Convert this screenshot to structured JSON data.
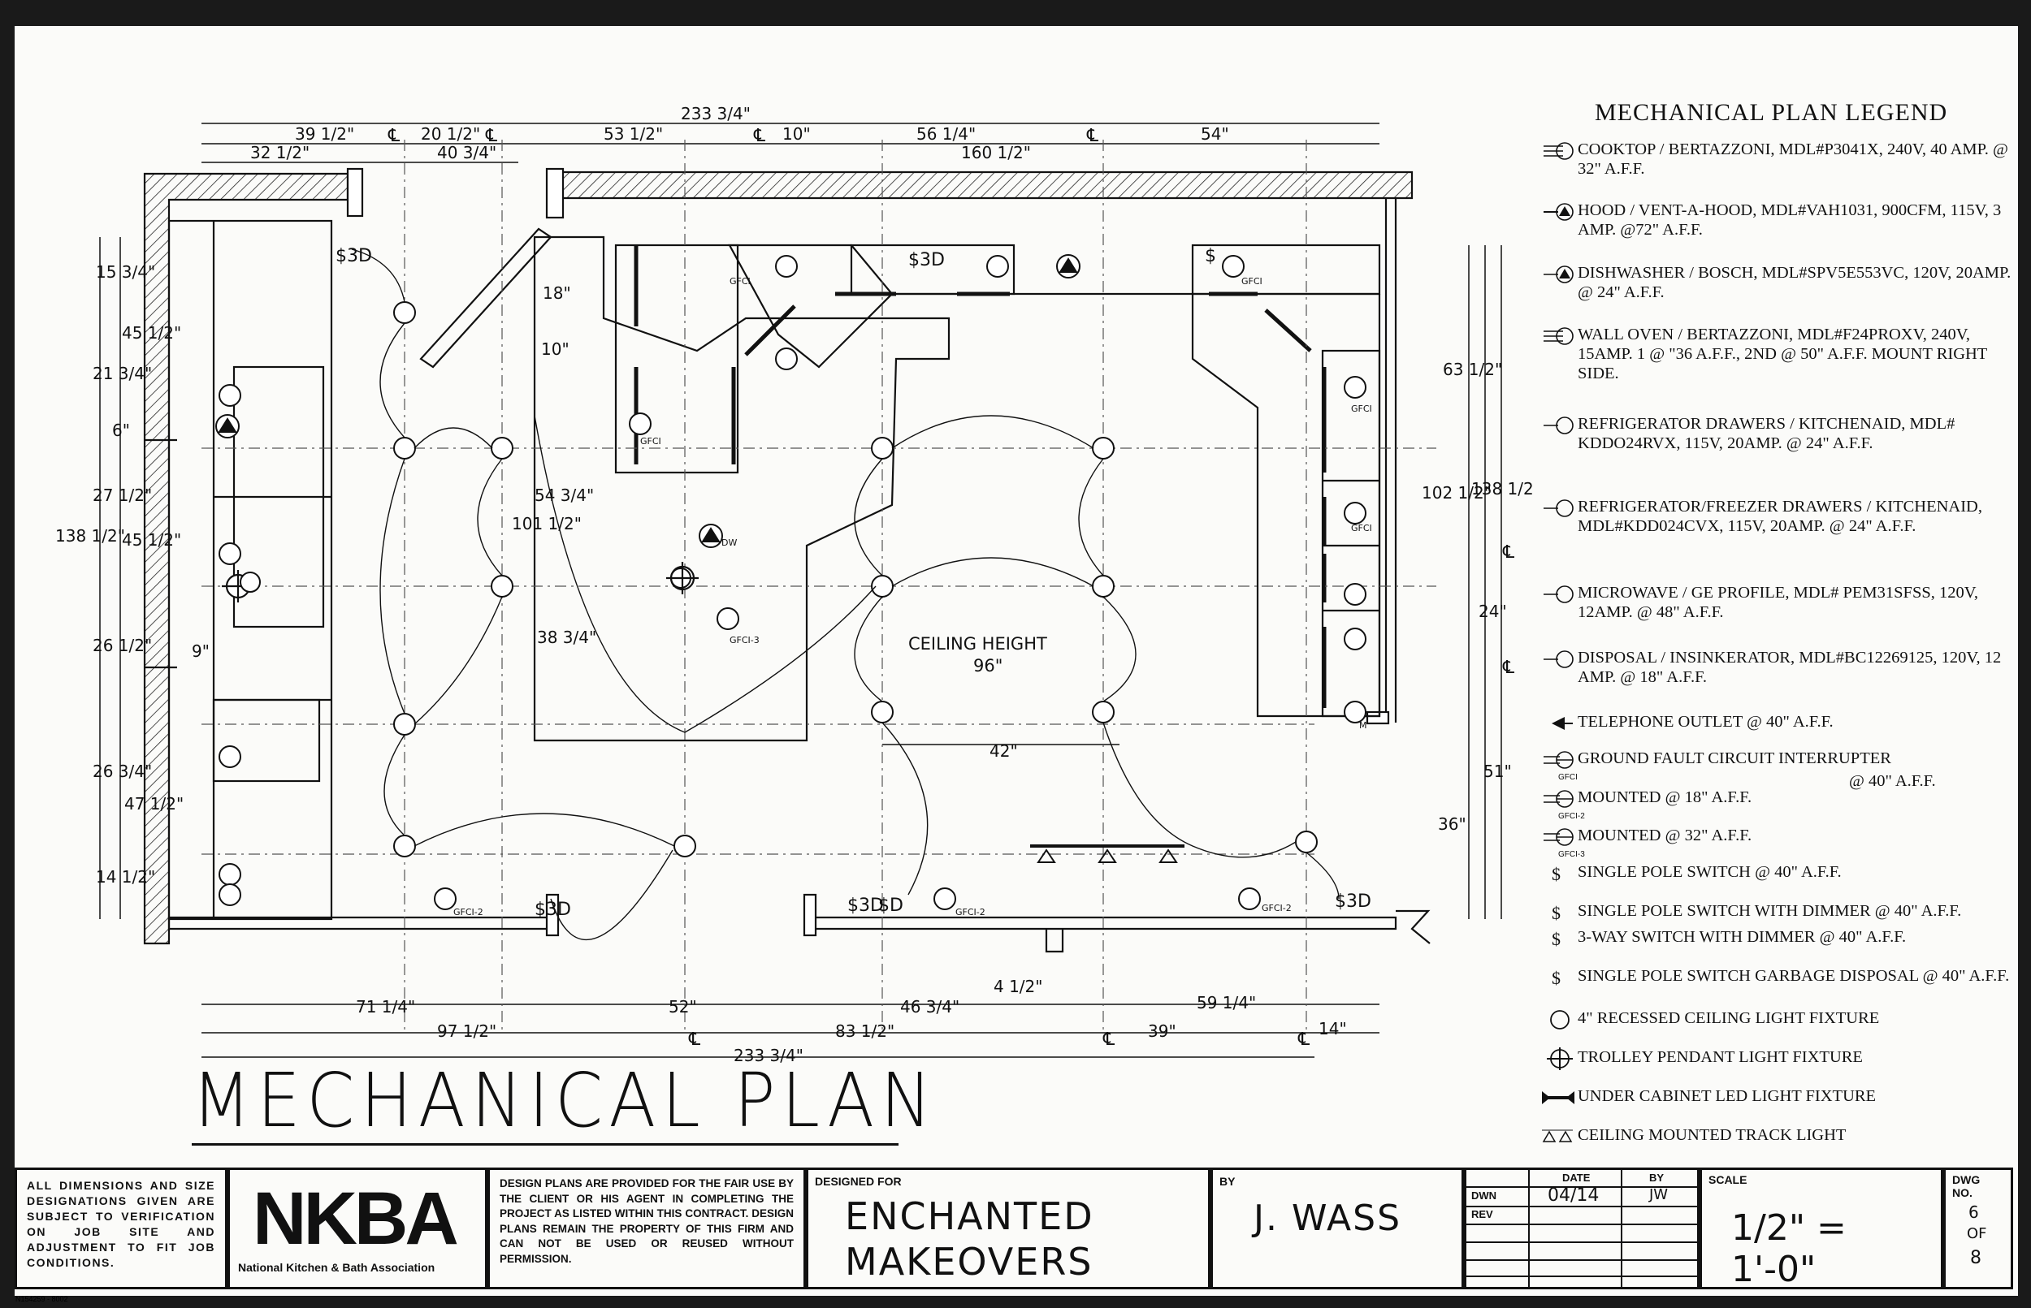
{
  "dimensions": {
    "top_overall": "233 3/4\"",
    "top_a": "39 1/2\"",
    "top_b": "20 1/2\"",
    "top_c": "53 1/2\"",
    "top_d": "10\"",
    "top_e": "56 1/4\"",
    "top_f": "54\"",
    "top_g": "32 1/2\"",
    "top_h": "40 3/4\"",
    "top_i": "160 1/2\"",
    "left_overall": "138 1/2\"",
    "left_a": "15 3/4\"",
    "left_b": "45 1/2\"",
    "left_c": "21 3/4\"",
    "left_d": "6\"",
    "left_e": "27 1/2\"",
    "left_f": "45 1/2\"",
    "left_g": "26 1/2\"",
    "left_h": "9\"",
    "left_i": "26 3/4\"",
    "left_j": "47 1/2\"",
    "left_k": "14 1/2\"",
    "island_a": "18\"",
    "island_b": "10\"",
    "island_c": "54 3/4\"",
    "island_d": "101 1/2\"",
    "island_e": "38 3/4\"",
    "right_a": "63 1/2\"",
    "right_b": "102 1/2\"",
    "right_c": "138 1/2\"",
    "right_d": "24\"",
    "right_e": "51\"",
    "right_f": "36\"",
    "bottom_a": "71 1/4\"",
    "bottom_b": "52\"",
    "bottom_c": "46 3/4\"",
    "bottom_d": "4 1/2\"",
    "bottom_e": "59 1/4\"",
    "bottom_f": "97 1/2\"",
    "bottom_g": "83 1/2\"",
    "bottom_h": "39\"",
    "bottom_i": "14\"",
    "bottom_overall": "233 3/4\"",
    "mid_42": "42\""
  },
  "plan_labels": {
    "ceiling_height": "CEILING HEIGHT",
    "ceiling_value": "96\"",
    "cl": "℄",
    "gfci": "GFCI",
    "gfci_2": "GFCI-2",
    "gfci_3": "GFCI-3",
    "dw": "DW",
    "sw": "$",
    "sw_3d": "$3D",
    "sw_d": "$D",
    "m": "M"
  },
  "legend": {
    "title": "MECHANICAL PLAN LEGEND",
    "items": [
      {
        "symbol": "cooktop",
        "text": "COOKTOP / BERTAZZONI, MDL#P3041X, 240V, 40 AMP. @ 32\" A.F.F."
      },
      {
        "symbol": "hood",
        "text": "HOOD / VENT-A-HOOD, MDL#VAH1031, 900CFM, 115V, 3 AMP. @72\" A.F.F."
      },
      {
        "symbol": "dishwasher",
        "text": "DISHWASHER / BOSCH, MDL#SPV5E553VC, 120V, 20AMP. @ 24\" A.F.F."
      },
      {
        "symbol": "wall-oven",
        "text": "WALL OVEN / BERTAZZONI, MDL#F24PROXV, 240V, 15AMP. 1 @ \"36 A.F.F., 2ND @ 50\" A.F.F. MOUNT RIGHT SIDE."
      },
      {
        "symbol": "refrigerator",
        "text": "REFRIGERATOR DRAWERS / KITCHENAID, MDL# KDDO24RVX, 115V, 20AMP. @ 24\" A.F.F."
      },
      {
        "symbol": "fridge-freezer",
        "text": "REFRIGERATOR/FREEZER DRAWERS / KITCHENAID, MDL#KDD024CVX, 115V, 20AMP. @ 24\" A.F.F."
      },
      {
        "symbol": "microwave",
        "text": "MICROWAVE / GE PROFILE, MDL# PEM31SFSS, 120V, 12AMP. @ 48\" A.F.F."
      },
      {
        "symbol": "disposal",
        "text": "DISPOSAL / INSINKERATOR, MDL#BC12269125, 120V, 12 AMP. @ 18\" A.F.F."
      },
      {
        "symbol": "telephone",
        "text": "TELEPHONE OUTLET  @ 40\" A.F.F."
      },
      {
        "symbol": "gfci",
        "text": "GROUND FAULT CIRCUIT INTERRUPTER"
      },
      {
        "symbol": "gfci-2",
        "text": "MOUNTED @ 18\" A.F.F."
      },
      {
        "symbol": "gfci-3",
        "text": "MOUNTED @ 32\" A.F.F."
      },
      {
        "symbol": "switch",
        "text": "SINGLE POLE SWITCH   @ 40\" A.F.F."
      },
      {
        "symbol": "switch-dimmer",
        "text": "SINGLE POLE SWITCH WITH DIMMER @ 40\" A.F.F."
      },
      {
        "symbol": "switch-3way",
        "text": "3-WAY SWITCH WITH DIMMER @ 40\" A.F.F."
      },
      {
        "symbol": "switch-disposal",
        "text": "SINGLE POLE SWITCH GARBAGE DISPOSAL @ 40\" A.F.F."
      },
      {
        "symbol": "recessed-light",
        "text": "4\" RECESSED CEILING LIGHT FIXTURE"
      },
      {
        "symbol": "pendant-light",
        "text": "TROLLEY PENDANT LIGHT FIXTURE"
      },
      {
        "symbol": "led-light",
        "text": "UNDER CABINET LED LIGHT FIXTURE"
      },
      {
        "symbol": "track-light",
        "text": "CEILING MOUNTED TRACK LIGHT"
      }
    ],
    "gfci_height": "@ 40\" A.F.F.",
    "gfci_sub": "GFCI",
    "gfci_2_sub": "GFCI-2",
    "gfci_3_sub": "GFCI-3"
  },
  "plan_title": "MECHANICAL PLAN",
  "title_block": {
    "disclaimer": "ALL DIMENSIONS AND SIZE DESIGNATIONS GIVEN ARE SUBJECT TO VERIFICATION ON JOB SITE AND ADJUSTMENT TO FIT JOB CONDITIONS.",
    "form_number": "N154259 - 8002",
    "logo": "NKBA",
    "logo_sub": "National Kitchen & Bath Association",
    "rights": "DESIGN PLANS ARE PROVIDED FOR THE FAIR USE BY THE CLIENT OR HIS AGENT IN COMPLETING THE PROJECT AS LISTED WITHIN THIS CONTRACT. DESIGN PLANS REMAIN THE PROPERTY OF THIS FIRM AND CAN NOT BE USED OR REUSED WITHOUT PERMISSION.",
    "designed_for_label": "DESIGNED FOR",
    "designed_for_line1": "ENCHANTED",
    "designed_for_line2": "MAKEOVERS",
    "by_label": "BY",
    "by_value": "J. WASS",
    "date_label": "DATE",
    "by2_label": "BY",
    "dwn_label": "DWN",
    "rev_label": "REV",
    "date_value": "04/14",
    "dwn_by_value": "JW",
    "scale_label": "SCALE",
    "scale_value": "1/2\" = 1'-0\"",
    "dwg_label": "DWG",
    "no_label": "NO.",
    "dwg_number": "6",
    "of_label": "OF",
    "dwg_total": "8"
  }
}
